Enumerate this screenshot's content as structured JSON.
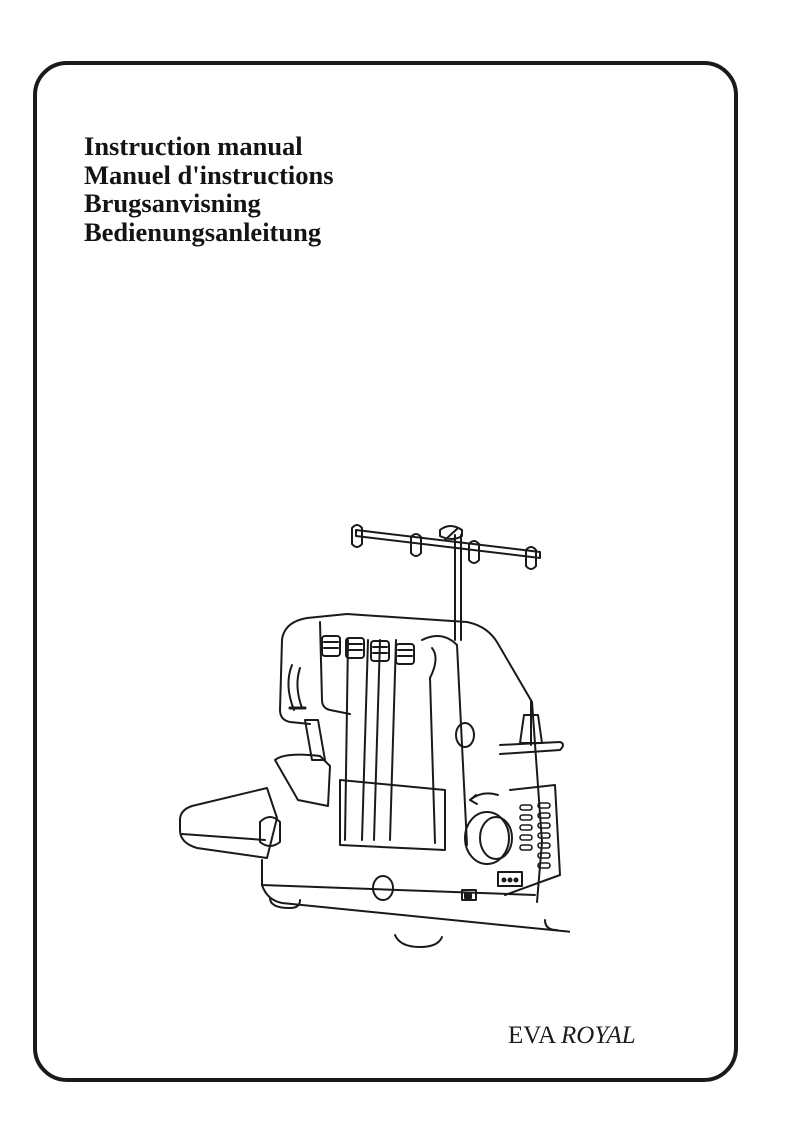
{
  "document": {
    "titles": [
      "Instruction manual",
      "Manuel d'instructions",
      "Brugsanvisning",
      "Bedienungsanleitung"
    ],
    "model": {
      "brand": "EVA",
      "name": "ROYAL"
    },
    "illustration": "overlock-sewing-machine-line-drawing"
  },
  "colors": {
    "ink": "#1a1a1a",
    "paper": "#ffffff"
  }
}
